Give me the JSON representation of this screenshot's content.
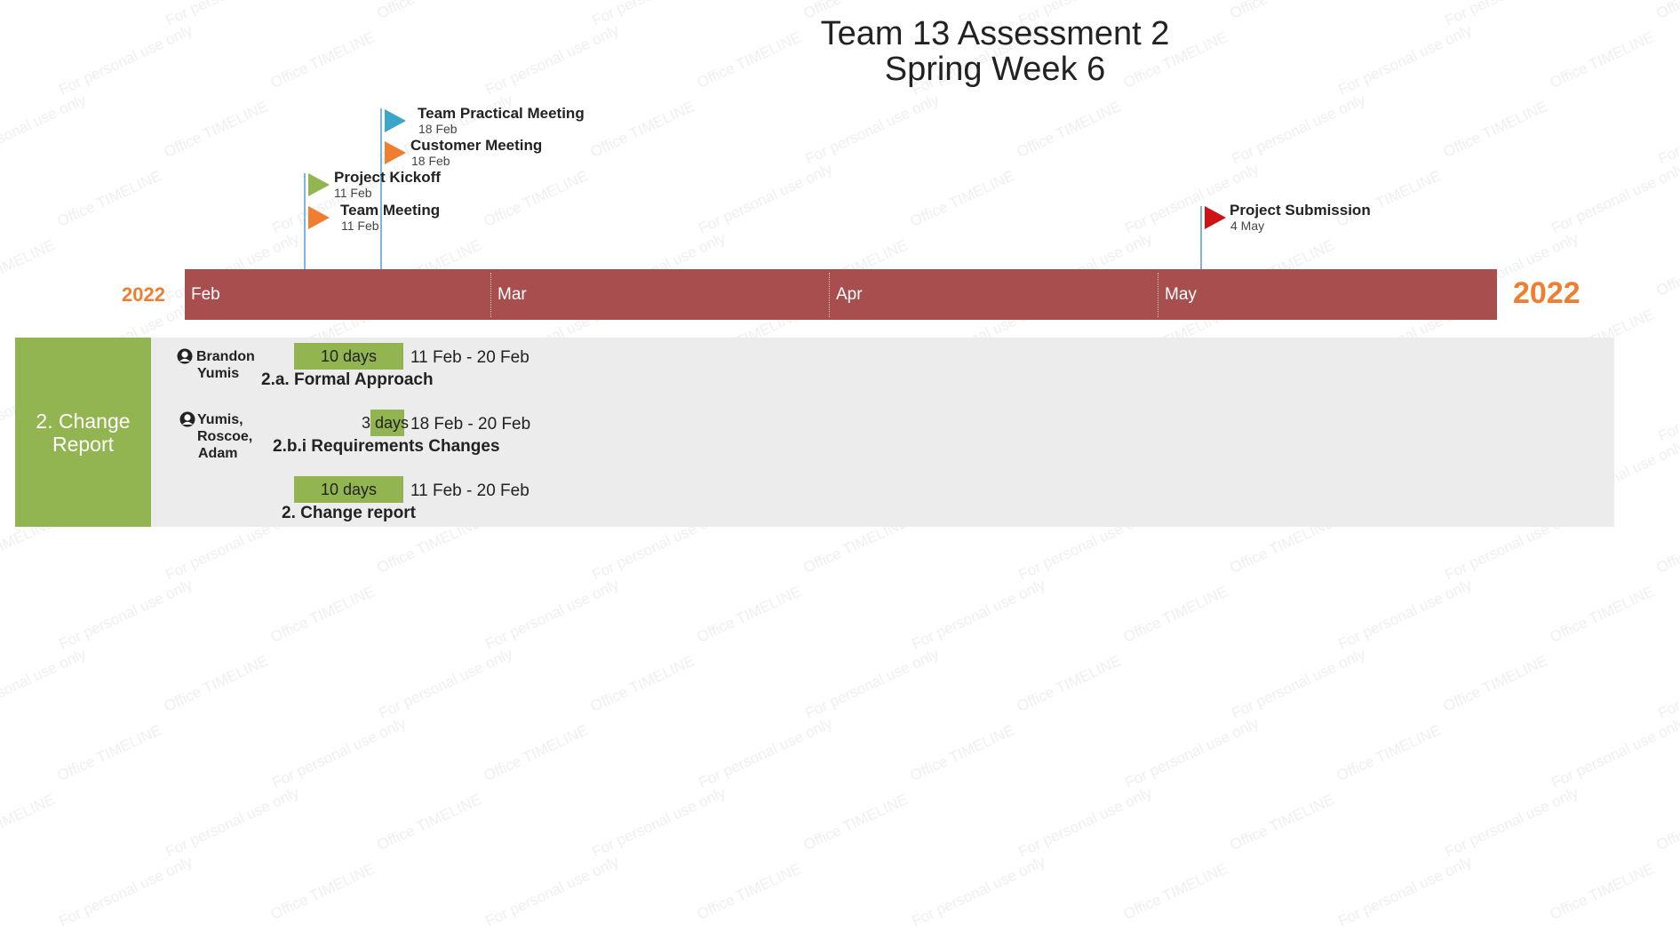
{
  "title": {
    "line1": "Team 13 Assessment 2",
    "line2": "Spring Week 6"
  },
  "timeline": {
    "year_left": "2022",
    "year_right": "2022",
    "months": [
      "Feb",
      "Mar",
      "Apr",
      "May"
    ],
    "band_color": "#a84e4f"
  },
  "milestones": [
    {
      "label": "Team Practical Meeting",
      "date": "18 Feb",
      "color": "#3aa6c8"
    },
    {
      "label": "Customer Meeting",
      "date": "18 Feb",
      "color": "#f07e30"
    },
    {
      "label": "Project Kickoff",
      "date": "11 Feb",
      "color": "#92b451"
    },
    {
      "label": "Team Meeting",
      "date": "11 Feb",
      "color": "#f07e30"
    },
    {
      "label": "Project Submission",
      "date": "4 May",
      "color": "#cc1316"
    }
  ],
  "swimlane": {
    "label_line1": "2. Change",
    "label_line2": "Report",
    "color": "#92b451"
  },
  "tasks": [
    {
      "assignee_line1": "Brandon",
      "assignee_line2": "Yumis",
      "duration": "10 days",
      "range": "11 Feb - 20 Feb",
      "title": "2.a. Formal Approach"
    },
    {
      "assignee_line1": "Yumis,",
      "assignee_line2": "Roscoe,",
      "assignee_line3": "Adam",
      "duration": "3 days",
      "range": "18 Feb - 20 Feb",
      "title": "2.b.i Requirements Changes"
    },
    {
      "duration": "10 days",
      "range": "11 Feb - 20 Feb",
      "title": "2. Change report"
    }
  ],
  "watermark": {
    "text_a": "Office TIMELINE",
    "text_b": "For personal use only"
  }
}
